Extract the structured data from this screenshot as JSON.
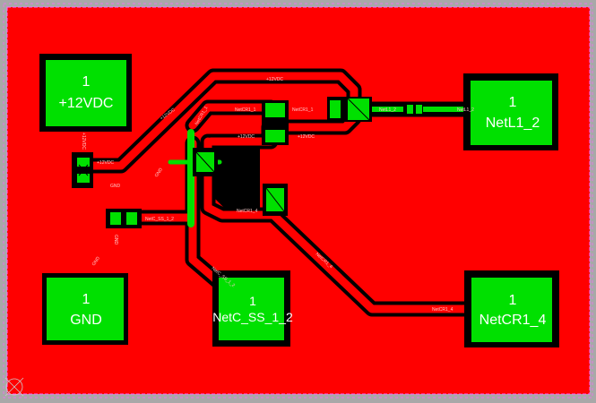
{
  "board": {
    "board_color": "#ff0000",
    "copper_color": "#00e000",
    "keepout_color": "#000000",
    "outline_color": "#ff66ff",
    "background_color": "#a8a8a8"
  },
  "pads": {
    "p12v": {
      "number": "1",
      "net": "+12VDC"
    },
    "gnd": {
      "number": "1",
      "net": "GND"
    },
    "netl1": {
      "number": "1",
      "net": "NetL1_2"
    },
    "netcss": {
      "number": "1",
      "net": "NetC_SS_1_2"
    },
    "netcr": {
      "number": "1",
      "net": "NetCR1_4"
    }
  },
  "trace_labels": {
    "t1": "+12VDC",
    "t2": "NetCR1_1",
    "t3": "NetCR1_1",
    "t4": "+12VDC",
    "t5": "+12VDC",
    "t6": "+12VDC",
    "t7": "+12VDC",
    "t8": "NetCR1_4",
    "t9": "NetC_SS_1_2",
    "t10": "NetCR1_4",
    "t11": "NetCR1_4",
    "t12": "GND",
    "t13": "GND",
    "t14": "GND",
    "t15": "NetL1_2",
    "t16": "NetL1_2",
    "t17": "+12VDC",
    "t18": "NetCR1_1",
    "t19": "NetC_SS_1_2",
    "t20": "GND"
  }
}
